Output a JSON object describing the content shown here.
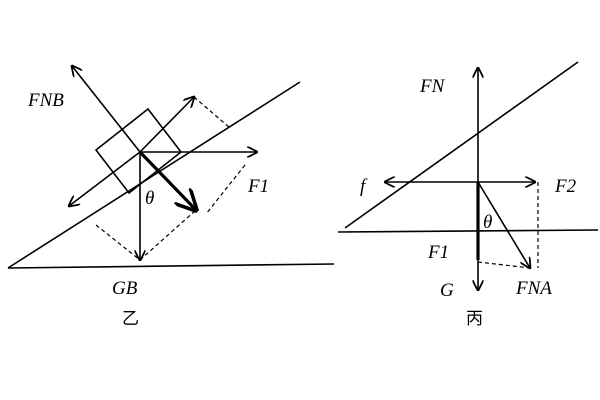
{
  "figure_yi": {
    "labels": {
      "fnb": "FNB",
      "f1": "F1",
      "theta": "θ",
      "gb": "GB"
    },
    "caption": "乙"
  },
  "figure_bing": {
    "labels": {
      "fn": "FN",
      "f": "f",
      "f2": "F2",
      "theta": "θ",
      "f1": "F1",
      "g": "G",
      "fna": "FNA"
    },
    "caption": "丙"
  }
}
